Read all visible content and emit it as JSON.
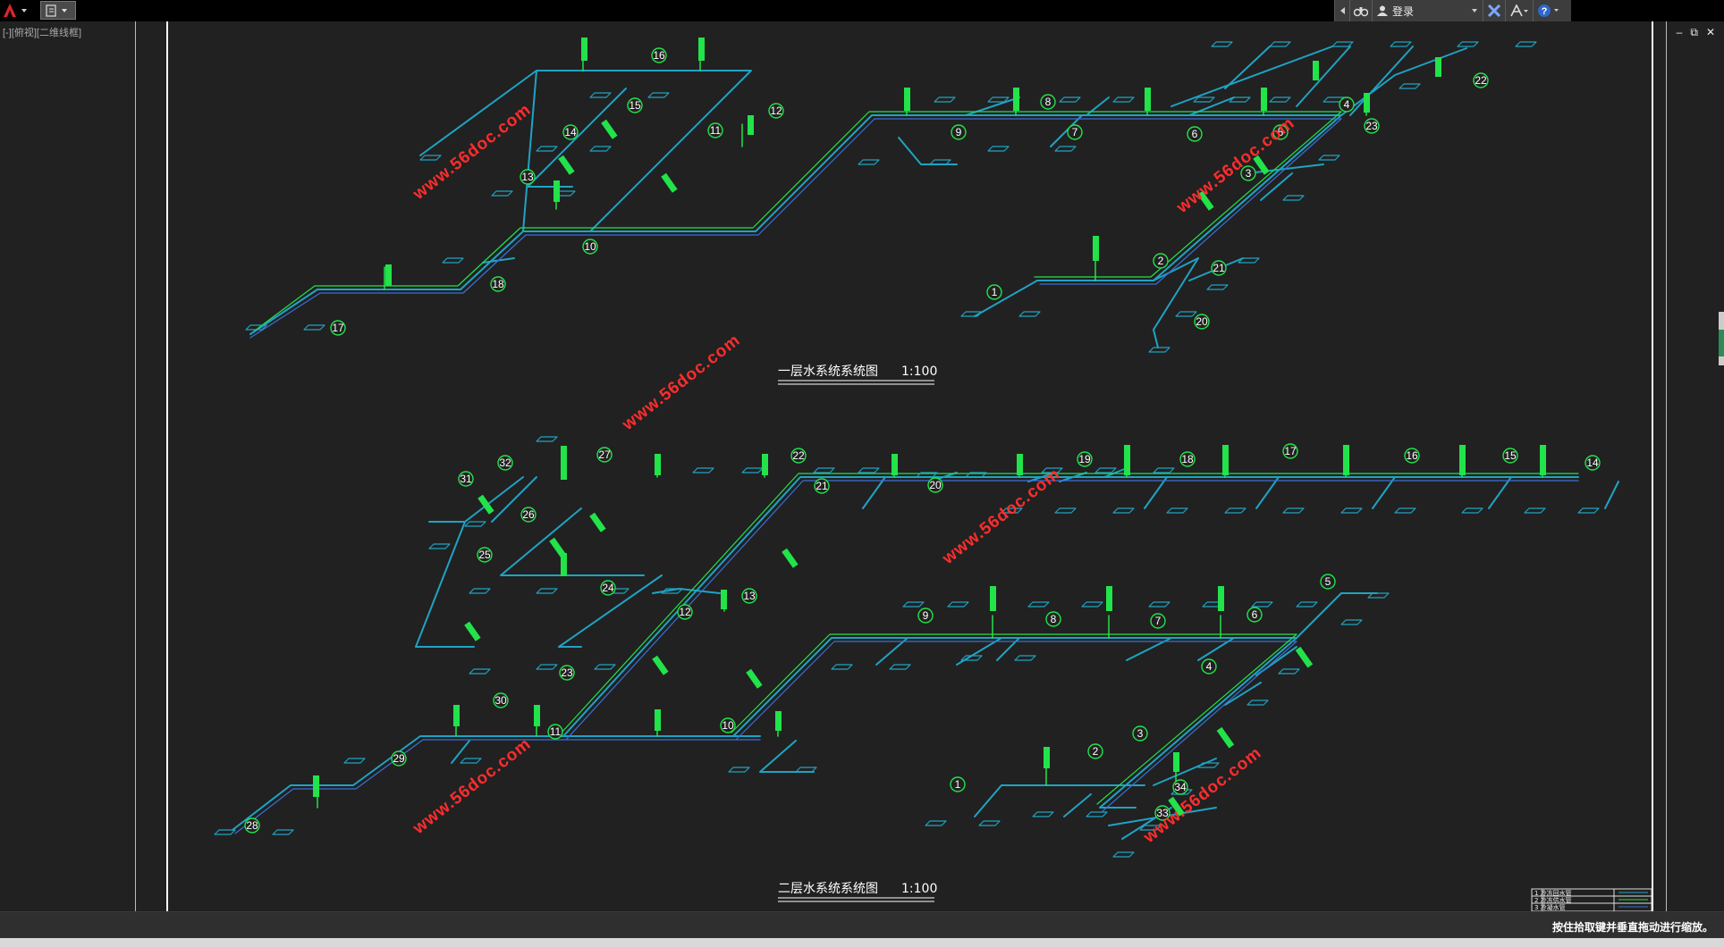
{
  "topbar": {
    "signin_label": "登录",
    "help_label": "?"
  },
  "viewport": {
    "label": "[-][俯视][二维线框]"
  },
  "drawing": {
    "title_floor1": "一层水系统系统图",
    "title_floor2": "二层水系统系统图",
    "scale_label": "1:100",
    "watermark": "www.56doc.com",
    "floor1_labels": [
      "1",
      "2",
      "3",
      "4",
      "5",
      "6",
      "7",
      "8",
      "9",
      "10",
      "11",
      "12",
      "13",
      "14",
      "15",
      "16",
      "17",
      "18",
      "20",
      "21",
      "22",
      "23"
    ],
    "floor2_labels": [
      "1",
      "2",
      "3",
      "4",
      "5",
      "6",
      "7",
      "8",
      "9",
      "10",
      "11",
      "12",
      "13",
      "14",
      "15",
      "16",
      "17",
      "18",
      "19",
      "20",
      "21",
      "22",
      "23",
      "24",
      "25",
      "26",
      "27",
      "28",
      "29",
      "30",
      "31",
      "32",
      "33",
      "34"
    ],
    "titleblock_rows": [
      "1  冷冻回水管",
      "2  冷冻供水管",
      "3  冷凝水管"
    ]
  },
  "status": {
    "text": "按住拾取键并垂直拖动进行缩放。"
  },
  "colors": {
    "pipe": "#1fa3c4",
    "pipe_alt": "#3b6fd8",
    "annotation": "#22e34a",
    "watermark": "#ff2d2d"
  }
}
